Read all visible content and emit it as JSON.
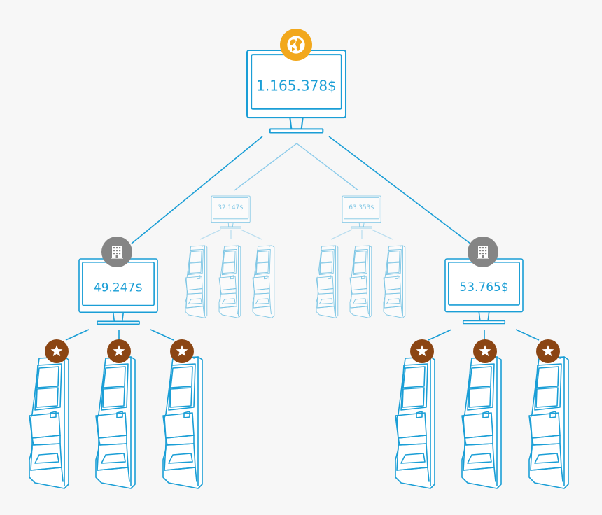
{
  "colors": {
    "line": "#1a9ed6",
    "line_faded": "#8ccbea",
    "text": "#1a9ed6",
    "globe_badge": "#f2a81d",
    "building_badge": "#858585",
    "star_badge": "#8b4513",
    "background": "#f7f7f7"
  },
  "top_monitor": {
    "amount": "1.165.378$",
    "badge_icon": "globe-icon"
  },
  "left_monitor": {
    "amount": "49.247$",
    "badge_icon": "building-icon"
  },
  "right_monitor": {
    "amount": "53.765$",
    "badge_icon": "building-icon"
  },
  "faded_left_monitor": {
    "amount": "32.147$"
  },
  "faded_right_monitor": {
    "amount": "63.353$"
  },
  "machine_badge_icon": "star-icon"
}
